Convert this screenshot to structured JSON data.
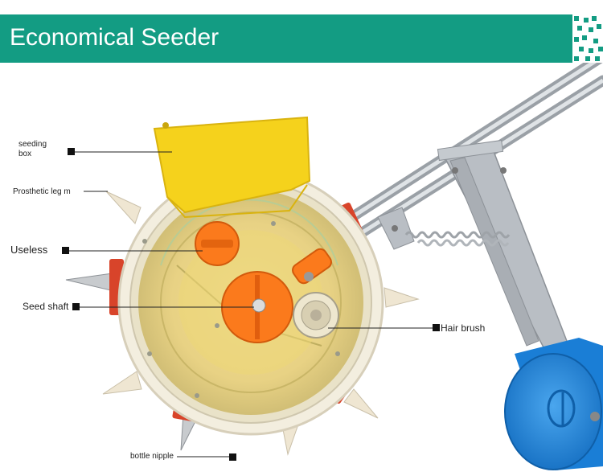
{
  "header": {
    "title": "Economical Seeder"
  },
  "labels": {
    "seeding_box_line1": "seeding",
    "seeding_box_line2": "box",
    "prosthetic_leg": "Prosthetic leg m",
    "useless": "Useless",
    "seed_shaft": "Seed shaft",
    "hair_brush": "Hair brush",
    "bottle_nipple": "bottle nipple"
  },
  "colors": {
    "banner": "#139c83",
    "hopper": "#f5d21c",
    "orange_part": "#fb7a1c",
    "wheel_rim": "#f0ead8",
    "red_tab": "#d8442a",
    "drum": "#1e88e0",
    "steel": "#b7bcc2"
  }
}
